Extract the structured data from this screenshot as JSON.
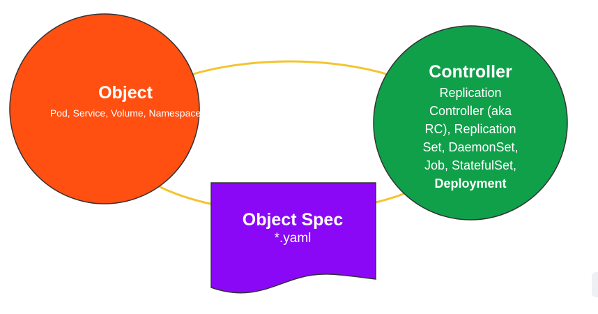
{
  "colors": {
    "connector": "#f4c430",
    "object_fill": "#ff4f11",
    "controller_fill": "#10a04a",
    "spec_fill": "#8a08f5",
    "outline": "#333333",
    "text": "#ffffff"
  },
  "object": {
    "title": "Object",
    "items": "Pod, Service, Volume, Namespace"
  },
  "controller": {
    "title": "Controller",
    "items": "Replication Controller (aka RC), Replication Set, DaemonSet, Job, StatefulSet,",
    "emphasis": "Deployment"
  },
  "spec": {
    "title": "Object Spec",
    "subtitle": "*.yaml"
  }
}
